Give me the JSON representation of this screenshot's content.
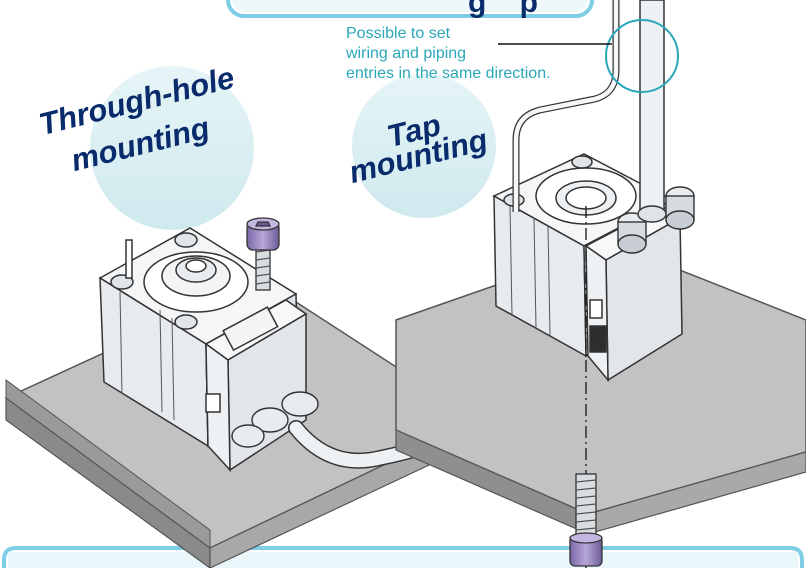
{
  "header": {
    "title_fragment": "g    p"
  },
  "callouts": {
    "through_hole_line1": "Through-hole",
    "through_hole_line2": "mounting",
    "tap_line1": "Tap",
    "tap_line2": "mounting"
  },
  "note": {
    "lines": [
      "Possible to set",
      "wiring and piping",
      "entries in the same direction."
    ]
  },
  "colors": {
    "label_navy": "#0a2b6b",
    "note_teal": "#2aa7b8",
    "bubble": "#d7eef1",
    "frame_blue": "#7ecde6",
    "plate_top": "#bdbdbd",
    "plate_side": "#8e8e8e",
    "bolt_purple": "#a592c9"
  }
}
